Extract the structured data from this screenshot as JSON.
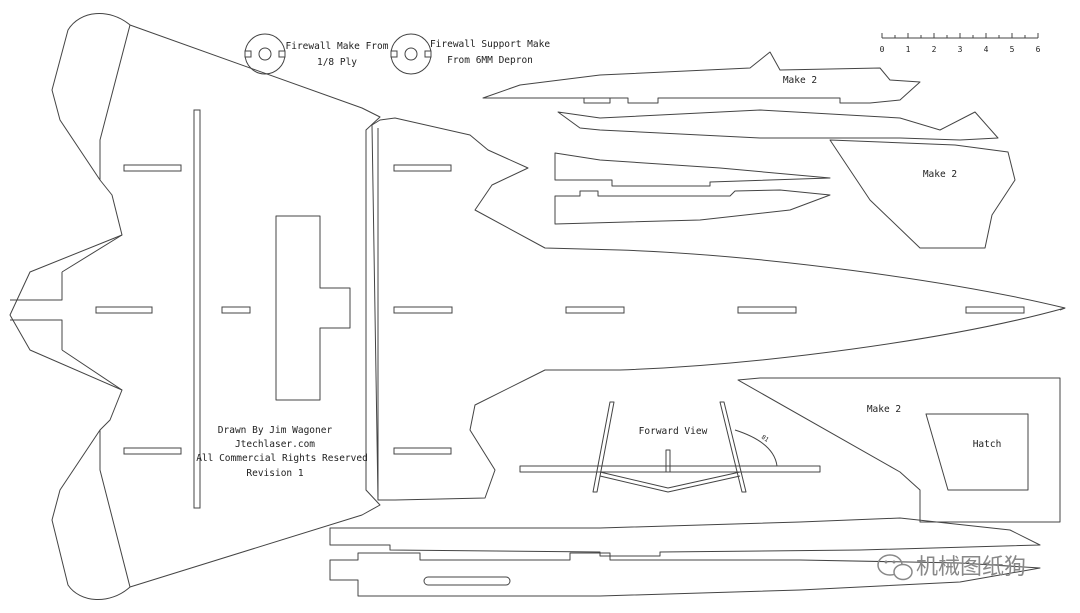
{
  "labels": {
    "firewall_line1": "Firewall Make From",
    "firewall_line2": "1/8 Ply",
    "support_line1": "Firewall Support Make",
    "support_line2": "From 6MM Depron",
    "make2_top": "Make 2",
    "make2_right": "Make 2",
    "make2_lower": "Make 2",
    "hatch": "Hatch",
    "forward_view": "Forward View",
    "angle": "81",
    "credit_line1": "Drawn By Jim Wagoner",
    "credit_line2": "Jtechlaser.com",
    "credit_line3": "All Commercial Rights Reserved",
    "credit_line4": "Revision 1"
  },
  "scale": {
    "ticks": [
      "0",
      "1",
      "2",
      "3",
      "4",
      "5",
      "6"
    ]
  },
  "watermark": {
    "text": "机械图纸狗"
  }
}
